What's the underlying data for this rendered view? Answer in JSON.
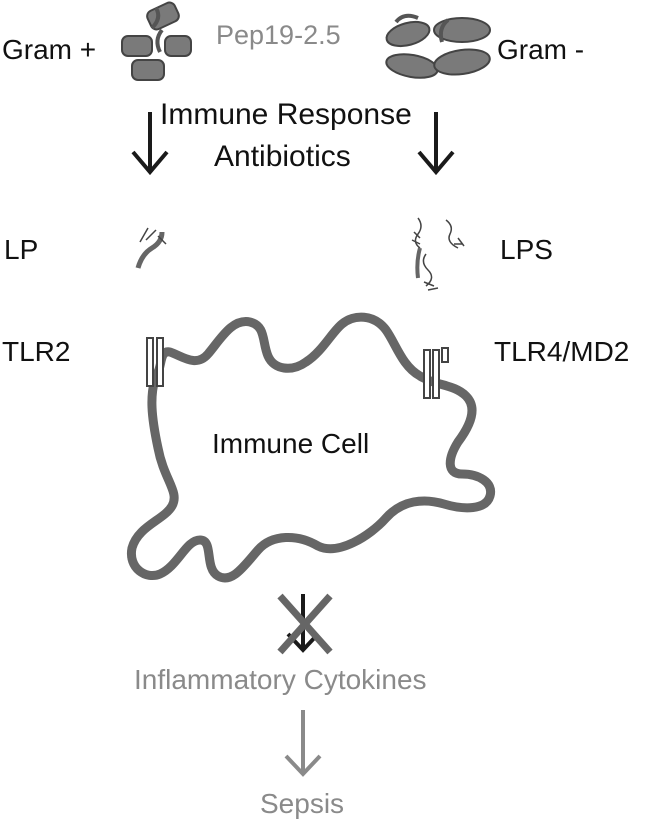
{
  "labels": {
    "gram_pos": "Gram +",
    "gram_neg": "Gram -",
    "peptide": "Pep19-2.5",
    "immune_response": "Immune Response",
    "antibiotics": "Antibiotics",
    "lp": "LP",
    "lps": "LPS",
    "tlr2": "TLR2",
    "tlr4": "TLR4/MD2",
    "immune_cell": "Immune Cell",
    "cytokines": "Inflammatory Cytokines",
    "sepsis": "Sepsis"
  },
  "colors": {
    "dark_text": "#111111",
    "grey_text": "#8a8a8a",
    "bacteria_fill": "#7a7a7a",
    "cell_outline": "#555555",
    "arrow_dark": "#1a1a1a",
    "arrow_grey": "#8a8a8a"
  }
}
